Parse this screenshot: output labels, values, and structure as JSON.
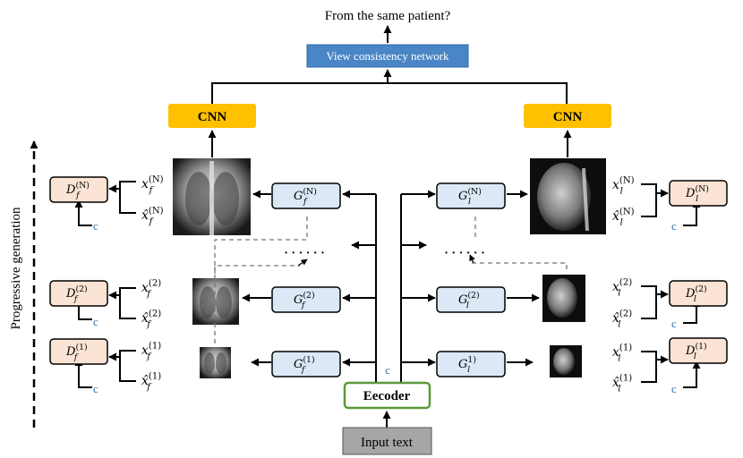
{
  "title": "From the same patient?",
  "view_network": "View consistency network",
  "cnn_label": "CNN",
  "encoder_label": "Eecoder",
  "input_label": "Input text",
  "c_label": "c",
  "dots": "· · · · · ·",
  "side_label": "Progressive generation",
  "colors": {
    "view_box": "#4a86c6",
    "cnn_box": "#ffc000",
    "encoder_border": "#5a9a3a",
    "input_box": "#a6a6a6",
    "gen_fill": "#dce8f6",
    "disc_fill": "#fbe4d5",
    "c_text": "#2e75b6"
  },
  "generators": {
    "frontal": [
      {
        "base": "G",
        "sub": "f",
        "sup": "(N)"
      },
      {
        "base": "G",
        "sub": "f",
        "sup": "(2)"
      },
      {
        "base": "G",
        "sub": "f",
        "sup": "(1)"
      }
    ],
    "lateral": [
      {
        "base": "G",
        "sub": "l",
        "sup": "(N)"
      },
      {
        "base": "G",
        "sub": "l",
        "sup": "(2)"
      },
      {
        "base": "G",
        "sub": "l",
        "sup": "1)"
      }
    ]
  },
  "discriminators": {
    "frontal": [
      {
        "base": "D",
        "sub": "f",
        "sup": "(N)"
      },
      {
        "base": "D",
        "sub": "f",
        "sup": "(2)"
      },
      {
        "base": "D",
        "sub": "f",
        "sup": "(1)"
      }
    ],
    "lateral": [
      {
        "base": "D",
        "sub": "l",
        "sup": "(N)"
      },
      {
        "base": "D",
        "sub": "l",
        "sup": "(2)"
      },
      {
        "base": "D",
        "sub": "l",
        "sup": "(1)"
      }
    ]
  },
  "inputs": {
    "frontal": [
      {
        "real": {
          "base": "x",
          "sub": "f",
          "sup": "(N)"
        },
        "fake": {
          "base": "x̂",
          "sub": "f",
          "sup": "(N)"
        }
      },
      {
        "real": {
          "base": "x",
          "sub": "f",
          "sup": "(2)"
        },
        "fake": {
          "base": "x̂",
          "sub": "f",
          "sup": "(2)"
        }
      },
      {
        "real": {
          "base": "x",
          "sub": "f",
          "sup": "(1)"
        },
        "fake": {
          "base": "x̂",
          "sub": "f",
          "sup": "(1)"
        }
      }
    ],
    "lateral": [
      {
        "real": {
          "base": "x",
          "sub": "l",
          "sup": "(N)"
        },
        "fake": {
          "base": "x̂",
          "sub": "l",
          "sup": "(N)"
        }
      },
      {
        "real": {
          "base": "x",
          "sub": "l",
          "sup": "(2)"
        },
        "fake": {
          "base": "x̂",
          "sub": "l",
          "sup": "(2)"
        }
      },
      {
        "real": {
          "base": "x",
          "sub": "l",
          "sup": "(1)"
        },
        "fake": {
          "base": "x̂",
          "sub": "l",
          "sup": "(1)"
        }
      }
    ]
  }
}
